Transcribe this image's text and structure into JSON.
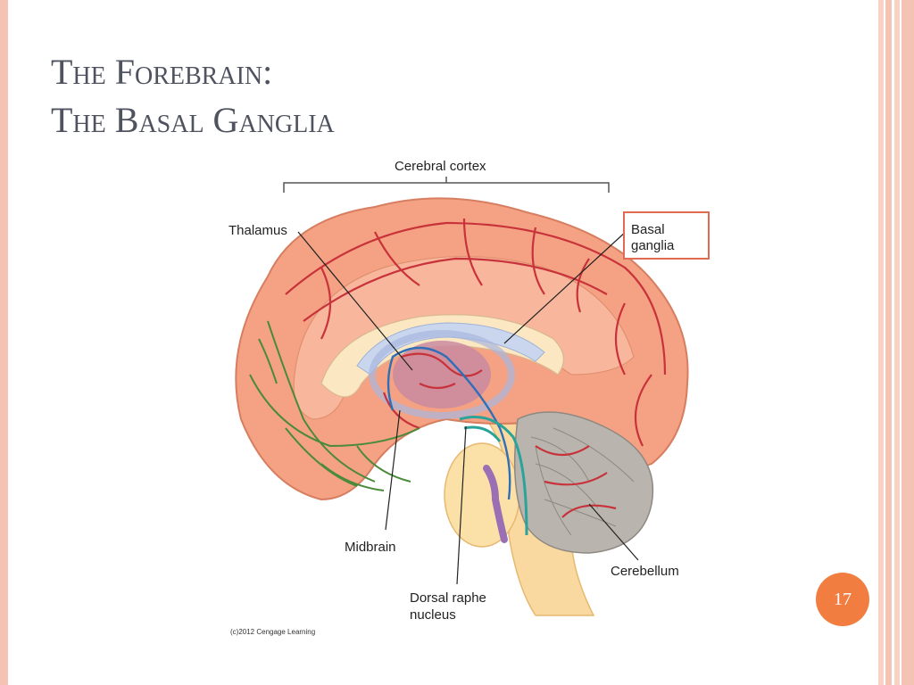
{
  "slide": {
    "title_line1": "The Forebrain:",
    "title_line2": "The Basal Ganglia",
    "page_number": "17"
  },
  "figure": {
    "labels": {
      "cerebral_cortex": "Cerebral cortex",
      "thalamus": "Thalamus",
      "basal_line1": "Basal",
      "basal_line2": "ganglia",
      "midbrain": "Midbrain",
      "cerebellum": "Cerebellum",
      "dorsal_raphe_line1": "Dorsal raphe",
      "dorsal_raphe_line2": "nucleus"
    },
    "credit": "(c)2012 Cengage Learning",
    "highlighted_label": "Basal ganglia"
  },
  "colors": {
    "border": "#f4c3b3",
    "title": "#4f5360",
    "cortex": "#f4a283",
    "vessels": "#c8323a",
    "highlight_box": "#e06a52",
    "page_badge": "#f27d41",
    "green_pathway": "#4a8a3a",
    "blue_pathway": "#2f6fb8",
    "teal_pathway": "#2aa39a"
  }
}
